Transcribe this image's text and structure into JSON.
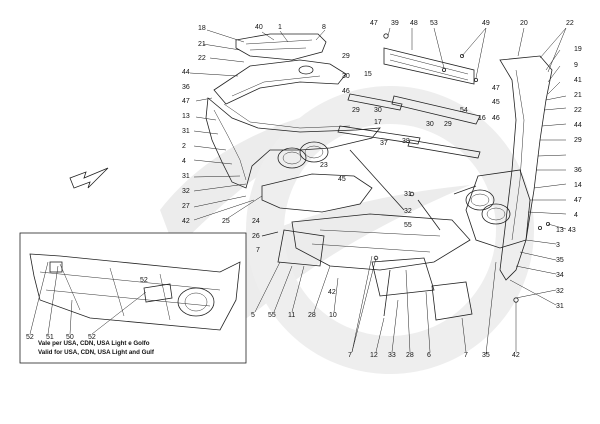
{
  "callouts": [
    "18",
    "40",
    "1",
    "8",
    "47",
    "39",
    "53",
    "49",
    "20",
    "22",
    "21",
    "22",
    "29",
    "48",
    "19",
    "44",
    "15",
    "9",
    "36",
    "30",
    "46",
    "47",
    "41",
    "47",
    "45",
    "21",
    "13",
    "29",
    "30",
    "22",
    "31",
    "17",
    "54",
    "16",
    "46",
    "44",
    "2",
    "29",
    "37",
    "38",
    "30",
    "29",
    "4",
    "36",
    "31",
    "23",
    "45",
    "14",
    "32",
    "31",
    "47",
    "27",
    "32",
    "4",
    "42",
    "25",
    "24",
    "13",
    "26",
    "43",
    "7",
    "55",
    "3",
    "42",
    "35",
    "34",
    "5",
    "55",
    "11",
    "28",
    "10",
    "52",
    "51",
    "50",
    "52",
    "52",
    "32",
    "7",
    "12",
    "33",
    "28",
    "6",
    "7",
    "35",
    "42",
    "31"
  ],
  "inset_caption": {
    "line1": "Vale per USA, CDN, USA Light e Golfo",
    "line2": "Valid for USA, CDN, USA Light and Gulf"
  }
}
